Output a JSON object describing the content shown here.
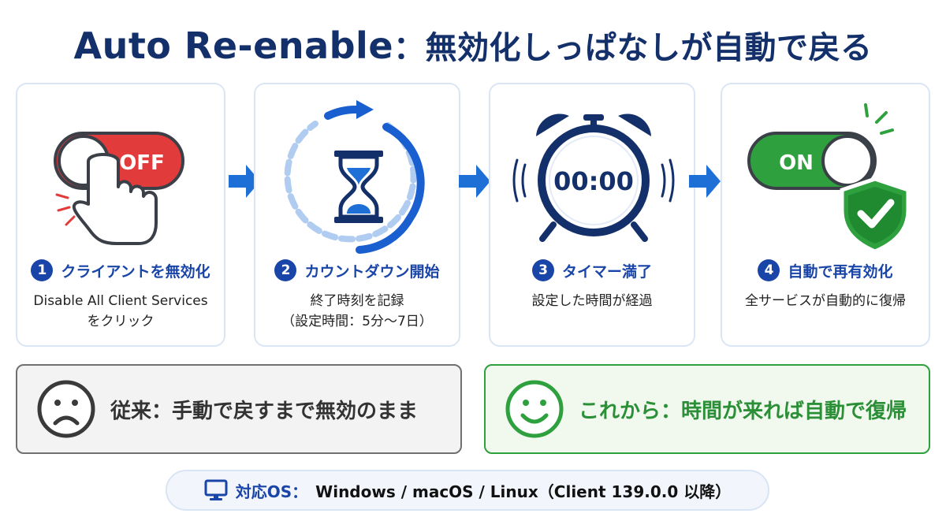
{
  "header": {
    "title_en": "Auto Re-enable",
    "title_sep": "：",
    "title_ja": "無効化しっぱなしが自動で戻る"
  },
  "steps": [
    {
      "number": "1",
      "title": "クライアントを無効化",
      "desc_lines": [
        "Disable All Client Services",
        "をクリック"
      ],
      "toggle_label": "OFF"
    },
    {
      "number": "2",
      "title": "カウントダウン開始",
      "desc_lines": [
        "終了時刻を記録",
        "（設定時間：5分〜7日）"
      ]
    },
    {
      "number": "3",
      "title": "タイマー満了",
      "desc_lines": [
        "設定した時間が経過"
      ],
      "clock_readout": "00:00"
    },
    {
      "number": "4",
      "title": "自動で再有効化",
      "desc_lines": [
        "全サービスが自動的に復帰"
      ],
      "toggle_label": "ON"
    }
  ],
  "comparison": {
    "before": "従来：手動で戻すまで無効のまま",
    "after": "これから：時間が来れば自動で復帰"
  },
  "os": {
    "label": "対応OS：",
    "value": "Windows / macOS / Linux（Client 139.0.0 以降）"
  },
  "colors": {
    "navy": "#14306b",
    "blue": "#1a45a8",
    "arrow_blue": "#1e6fd6",
    "off_red": "#e23b3b",
    "on_green": "#2ea03e"
  },
  "icons": [
    "hand-pointer-icon",
    "hourglass-icon",
    "alarm-clock-icon",
    "shield-check-icon",
    "sad-face-icon",
    "smile-face-icon",
    "monitor-icon",
    "right-arrow-icon"
  ]
}
